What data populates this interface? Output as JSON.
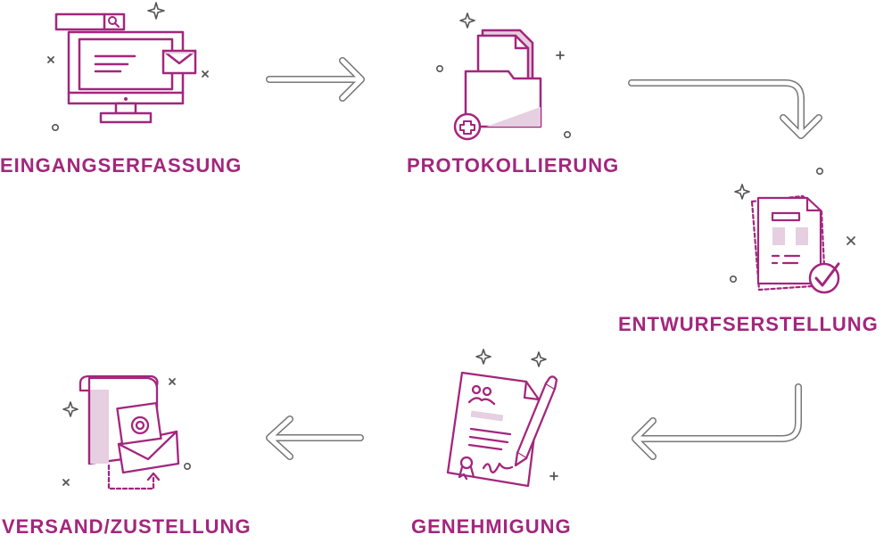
{
  "colors": {
    "accent": "#a3267d",
    "accent_light": "#e6cfe0",
    "arrow_stroke": "#777777",
    "arrow_fill": "#ffffff",
    "sparkle": "#555555"
  },
  "steps": [
    {
      "label": "EINGANGSERFASSUNG",
      "icon": "computer-monitor-mail-icon"
    },
    {
      "label": "PROTOKOLLIERUNG",
      "icon": "folder-add-document-icon"
    },
    {
      "label": "ENTWURFSERSTELLUNG",
      "icon": "draft-documents-check-icon"
    },
    {
      "label": "GENEHMIGUNG",
      "icon": "signed-contract-pen-icon"
    },
    {
      "label": "VERSAND/ZUSTELLUNG",
      "icon": "scroll-envelope-certificate-icon"
    }
  ]
}
